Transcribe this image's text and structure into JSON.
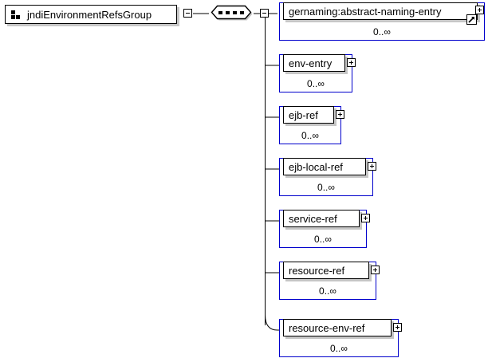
{
  "diagram": {
    "type": "xml-schema-model-group",
    "root": {
      "label": "jndiEnvironmentRefsGroup",
      "icon": "model-group-icon",
      "toggle": "minus"
    },
    "compositor": {
      "kind": "sequence",
      "icon": "sequence-icon",
      "dots": 4,
      "toggle_left": "minus",
      "toggle_right": "minus"
    },
    "children": [
      {
        "label": "gernaming:abstract-naming-entry",
        "occurs": "0..∞",
        "toggle": "plus",
        "reference": true,
        "ref_icon": "reference-arrow-icon"
      },
      {
        "label": "env-entry",
        "occurs": "0..∞",
        "toggle": "plus",
        "reference": false
      },
      {
        "label": "ejb-ref",
        "occurs": "0..∞",
        "toggle": "plus",
        "reference": false
      },
      {
        "label": "ejb-local-ref",
        "occurs": "0..∞",
        "toggle": "plus",
        "reference": false
      },
      {
        "label": "service-ref",
        "occurs": "0..∞",
        "toggle": "plus",
        "reference": false
      },
      {
        "label": "resource-ref",
        "occurs": "0..∞",
        "toggle": "plus",
        "reference": false
      },
      {
        "label": "resource-env-ref",
        "occurs": "0..∞",
        "toggle": "plus",
        "reference": false
      }
    ],
    "colors": {
      "element_border": "#0000cc",
      "label_border": "#000000",
      "shadow": "#c6c6c6",
      "line": "#000000",
      "background": "#ffffff"
    }
  }
}
